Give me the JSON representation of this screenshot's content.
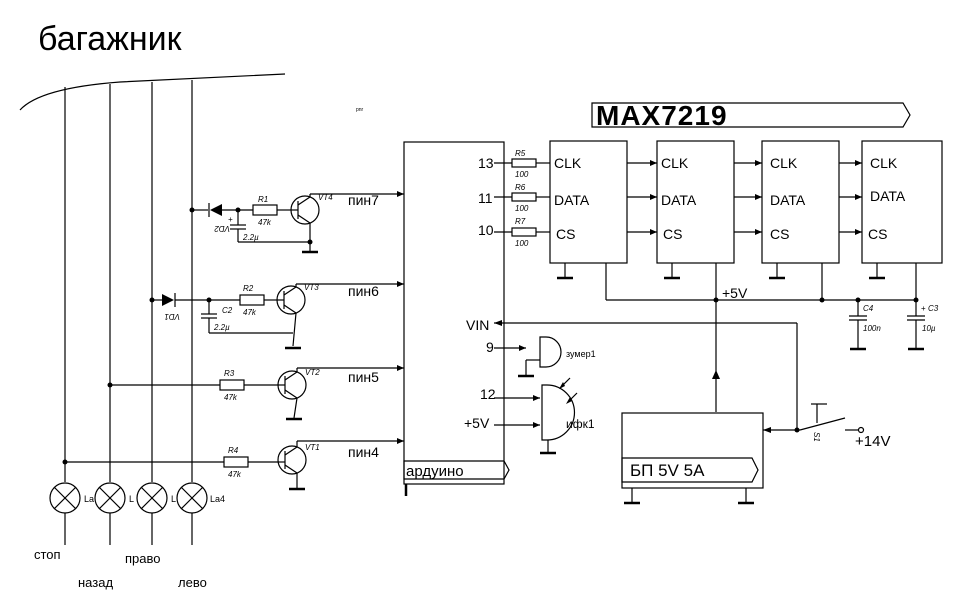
{
  "title": "багажник",
  "chip_title": "MAX7219",
  "arduino_label": "ардуино",
  "psu_label": "БП 5V  5A",
  "pin_labels": [
    "пин7",
    "пин6",
    "пин5",
    "пин4"
  ],
  "arduino_pins": {
    "p13": "13",
    "p11": "11",
    "p10": "10",
    "vin": "VIN",
    "p9": "9",
    "p12": "12",
    "p5v": "+5V"
  },
  "resistors": {
    "r5": {
      "name": "R5",
      "value": "100"
    },
    "r6": {
      "name": "R6",
      "value": "100"
    },
    "r7": {
      "name": "R7",
      "value": "100"
    },
    "r1": {
      "name": "R1",
      "value": "47k"
    },
    "r2": {
      "name": "R2",
      "value": "47k"
    },
    "r3": {
      "name": "R3",
      "value": "47k"
    },
    "r4": {
      "name": "R4",
      "value": "47k"
    }
  },
  "transistors": [
    "VT4",
    "VT3",
    "VT2",
    "VT1"
  ],
  "diodes": [
    "VD2",
    "VD1"
  ],
  "capacitors": {
    "c1": {
      "name": "+",
      "value": "2.2µ"
    },
    "c2": {
      "name": "C2",
      "value": "2.2µ"
    },
    "c4": {
      "name": "C4",
      "value": "100n"
    },
    "c3": {
      "name": "C3",
      "value": "10µ"
    }
  },
  "max_pins": [
    "CLK",
    "DATA",
    "CS"
  ],
  "bus_label": "+5V",
  "buzzer_label": "зумер1",
  "ir_label": "ифк1",
  "switch_label": "S1",
  "supply_label": "+14V",
  "lamps": [
    "La",
    "L",
    "L",
    "La4"
  ],
  "lamp_labels": {
    "stop": "стоп",
    "back": "назад",
    "right": "право",
    "left": "лево"
  },
  "tiny_mark": "pnr"
}
